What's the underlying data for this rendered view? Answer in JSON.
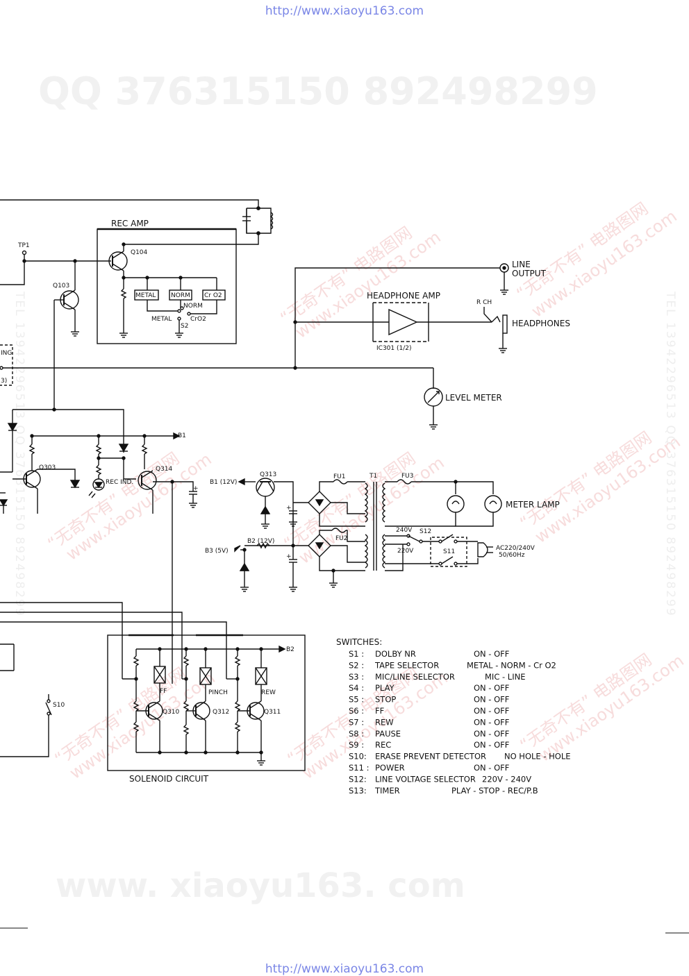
{
  "watermarks": {
    "url_top": "http://www.xiaoyu163.com",
    "url_bottom": "http://www.xiaoyu163.com",
    "qq_line": "QQ 376315150 892498299",
    "domain_line": "www. xiaoyu163. com",
    "diag_text": "“无奇不有” 电路图网",
    "diag_url": "www.xiaoyu163.com",
    "tel_vertical": "TEL 13942296513 QQ 376315150 892498299"
  },
  "labels": {
    "rec_amp": "REC AMP",
    "tp1": "TP1",
    "q104": "Q104",
    "q103": "Q103",
    "metal": "METAL",
    "norm": "NORM",
    "cro2": "Cr O2",
    "sel_norm": "NORM",
    "sel_metal": "METAL",
    "sel_cro2": "CrO2",
    "s2": "S2",
    "line_output_1": "LINE",
    "line_output_2": "OUTPUT",
    "headphone_amp": "HEADPHONE AMP",
    "ic301": "IC301 (1/2)",
    "rch": "R CH",
    "headphones": "HEADPHONES",
    "level_meter": "LEVEL METER",
    "b1": "B1",
    "q303": "Q303",
    "rec_ind": "REC IND.",
    "q314": "Q314",
    "b1_12v": "B1 (12V)",
    "q313": "Q313",
    "fu1": "FU1",
    "t1": "T1",
    "fu3": "FU3",
    "meter_lamp": "METER LAMP",
    "fu2": "FU2",
    "v240": "240V",
    "s12": "S12",
    "v220": "220V",
    "s11": "S11",
    "ac_1": "AC220/240V",
    "ac_2": "50/60Hz",
    "b2_12v": "B2 (12V)",
    "b3_5v": "B3 (5V)",
    "b2": "B2",
    "ff": "FF",
    "pinch": "PINCH",
    "rew": "REW",
    "q310": "Q310",
    "q312": "Q312",
    "q311": "Q311",
    "s10": "S10",
    "solenoid_circuit": "SOLENOID CIRCUIT",
    "ing_fragment": "ING",
    "paren_fragment": "3)"
  },
  "switches": {
    "title": "SWITCHES:",
    "rows": [
      {
        "id": "S1 :",
        "name": "DOLBY NR",
        "options": "ON - OFF"
      },
      {
        "id": "S2 :",
        "name": "TAPE SELECTOR",
        "options": "METAL - NORM - Cr O2"
      },
      {
        "id": "S3 :",
        "name": "MIC/LINE SELECTOR",
        "options": "MIC - LINE"
      },
      {
        "id": "S4 :",
        "name": "PLAY",
        "options": "ON - OFF"
      },
      {
        "id": "S5 :",
        "name": "STOP",
        "options": "ON - OFF"
      },
      {
        "id": "S6 :",
        "name": "FF",
        "options": "ON - OFF"
      },
      {
        "id": "S7 :",
        "name": "REW",
        "options": "ON - OFF"
      },
      {
        "id": "S8 :",
        "name": "PAUSE",
        "options": "ON - OFF"
      },
      {
        "id": "S9 :",
        "name": "REC",
        "options": "ON - OFF"
      },
      {
        "id": "S10:",
        "name": "ERASE PREVENT DETECTOR",
        "options": "NO HOLE - HOLE"
      },
      {
        "id": "S11 :",
        "name": "POWER",
        "options": "ON - OFF"
      },
      {
        "id": "S12:",
        "name": "LINE VOLTAGE SELECTOR",
        "options": "220V - 240V"
      },
      {
        "id": "S13:",
        "name": "TIMER",
        "options": "PLAY - STOP - REC/P.B"
      }
    ]
  }
}
